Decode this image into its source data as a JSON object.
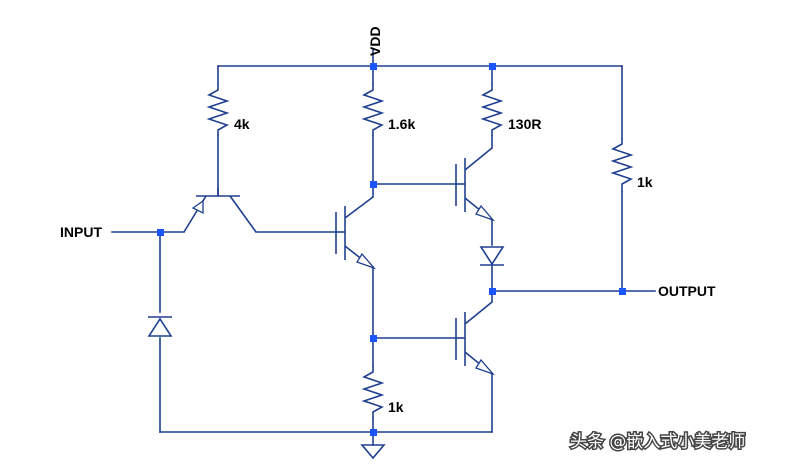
{
  "labels": {
    "vdd": "VDD",
    "input": "INPUT",
    "output": "OUTPUT",
    "r_input_pullup": "4k",
    "r_phase_collector": "1.6k",
    "r_totem_collector": "130R",
    "r_output_pullup": "1k",
    "r_phase_emitter": "1k"
  },
  "watermark": "头条 @嵌入式小美老师",
  "colors": {
    "wire": "#1f3f8f",
    "junction": "#1a55ff",
    "text": "#000000",
    "background": "#ffffff"
  }
}
